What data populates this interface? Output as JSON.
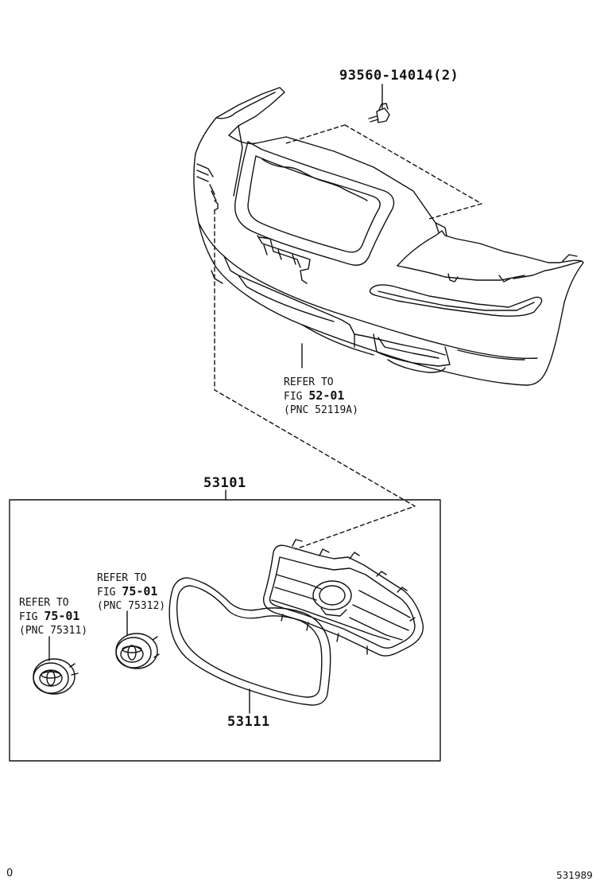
{
  "labels": {
    "bolt_part": "93560-14014(2)",
    "assembly_part": "53101",
    "frame_part": "53111",
    "bumper_ref": {
      "line1": "REFER TO",
      "line2_prefix": "FIG",
      "fig": "52-01",
      "pnc": "(PNC 52119A)"
    },
    "emblem_front_ref": {
      "line1": "REFER TO",
      "line2_prefix": "FIG",
      "fig": "75-01",
      "pnc": "(PNC 75312)"
    },
    "emblem_rear_ref": {
      "line1": "REFER TO",
      "line2_prefix": "FIG",
      "fig": "75-01",
      "pnc": "(PNC 75311)"
    }
  },
  "footer": {
    "left": "0",
    "right": "531989"
  }
}
